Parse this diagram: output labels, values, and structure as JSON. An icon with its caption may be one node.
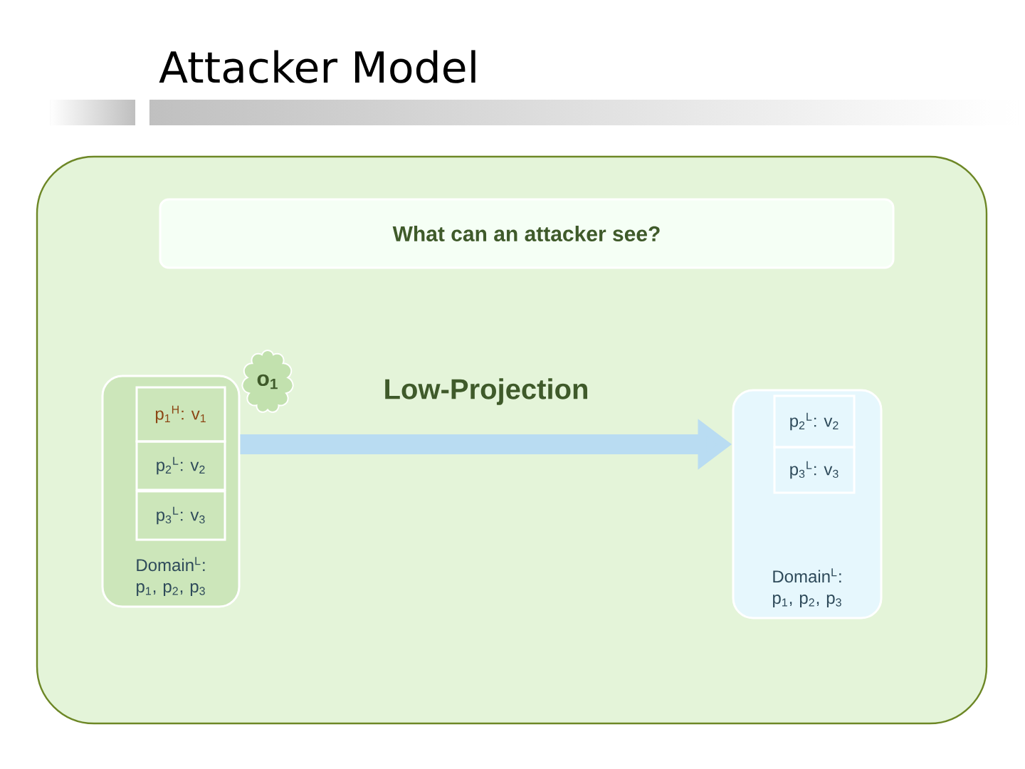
{
  "diagram": {
    "title": "Attacker Model",
    "nodes": [
      {
        "text": [
          "What can an attacker see?"
        ]
      },
      {
        "text": [
          "Domain$^{L}$: p$_{1}$, p$_{2}$, p$_{3}$"
        ]
      },
      {
        "text": [
          "p$_{1}$$^{H}$: v$_{1}$"
        ],
        "in": 1
      },
      {
        "text": [
          "p$_{2}$$^{L}$: v$_{2}$"
        ],
        "in": 1
      },
      {
        "text": [
          "p$_{3}$$^{L}$: v$_{3}$"
        ],
        "in": 1
      },
      {
        "text": [
          "o$_{1}$"
        ]
      },
      {
        "text": [
          "Domain$^{L}$: p$_{1}$, p$_{2}$, p$_{3}$"
        ]
      },
      {
        "text": [
          "p$_{2}$$^{L}$: v$_{2}$"
        ],
        "in": 6
      },
      {
        "text": [
          "p$_{3}$$^{L}$: v$_{3}$"
        ],
        "in": 6
      }
    ],
    "edges": [
      {
        "from": 1,
        "to": 6,
        "arrow": "to",
        "label": "Low-Projection"
      }
    ]
  }
}
